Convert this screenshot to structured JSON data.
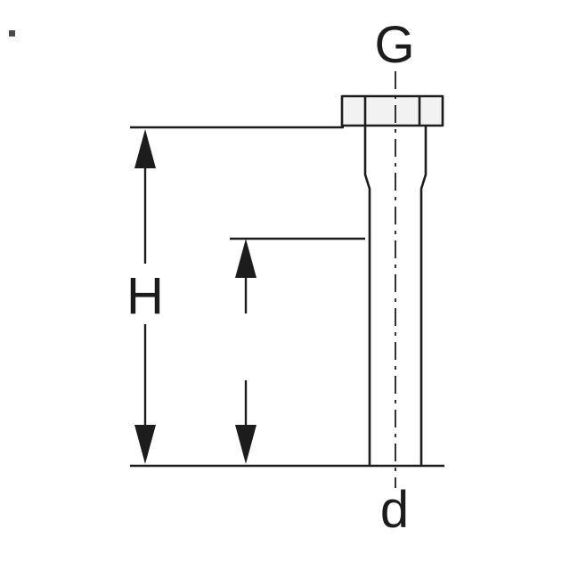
{
  "diagram": {
    "background": "#ffffff",
    "line_color": "#1c1c1c",
    "nut_fill": "#f2f2f2",
    "labels": {
      "thread": "G",
      "height": "H",
      "diameter": "d"
    }
  }
}
